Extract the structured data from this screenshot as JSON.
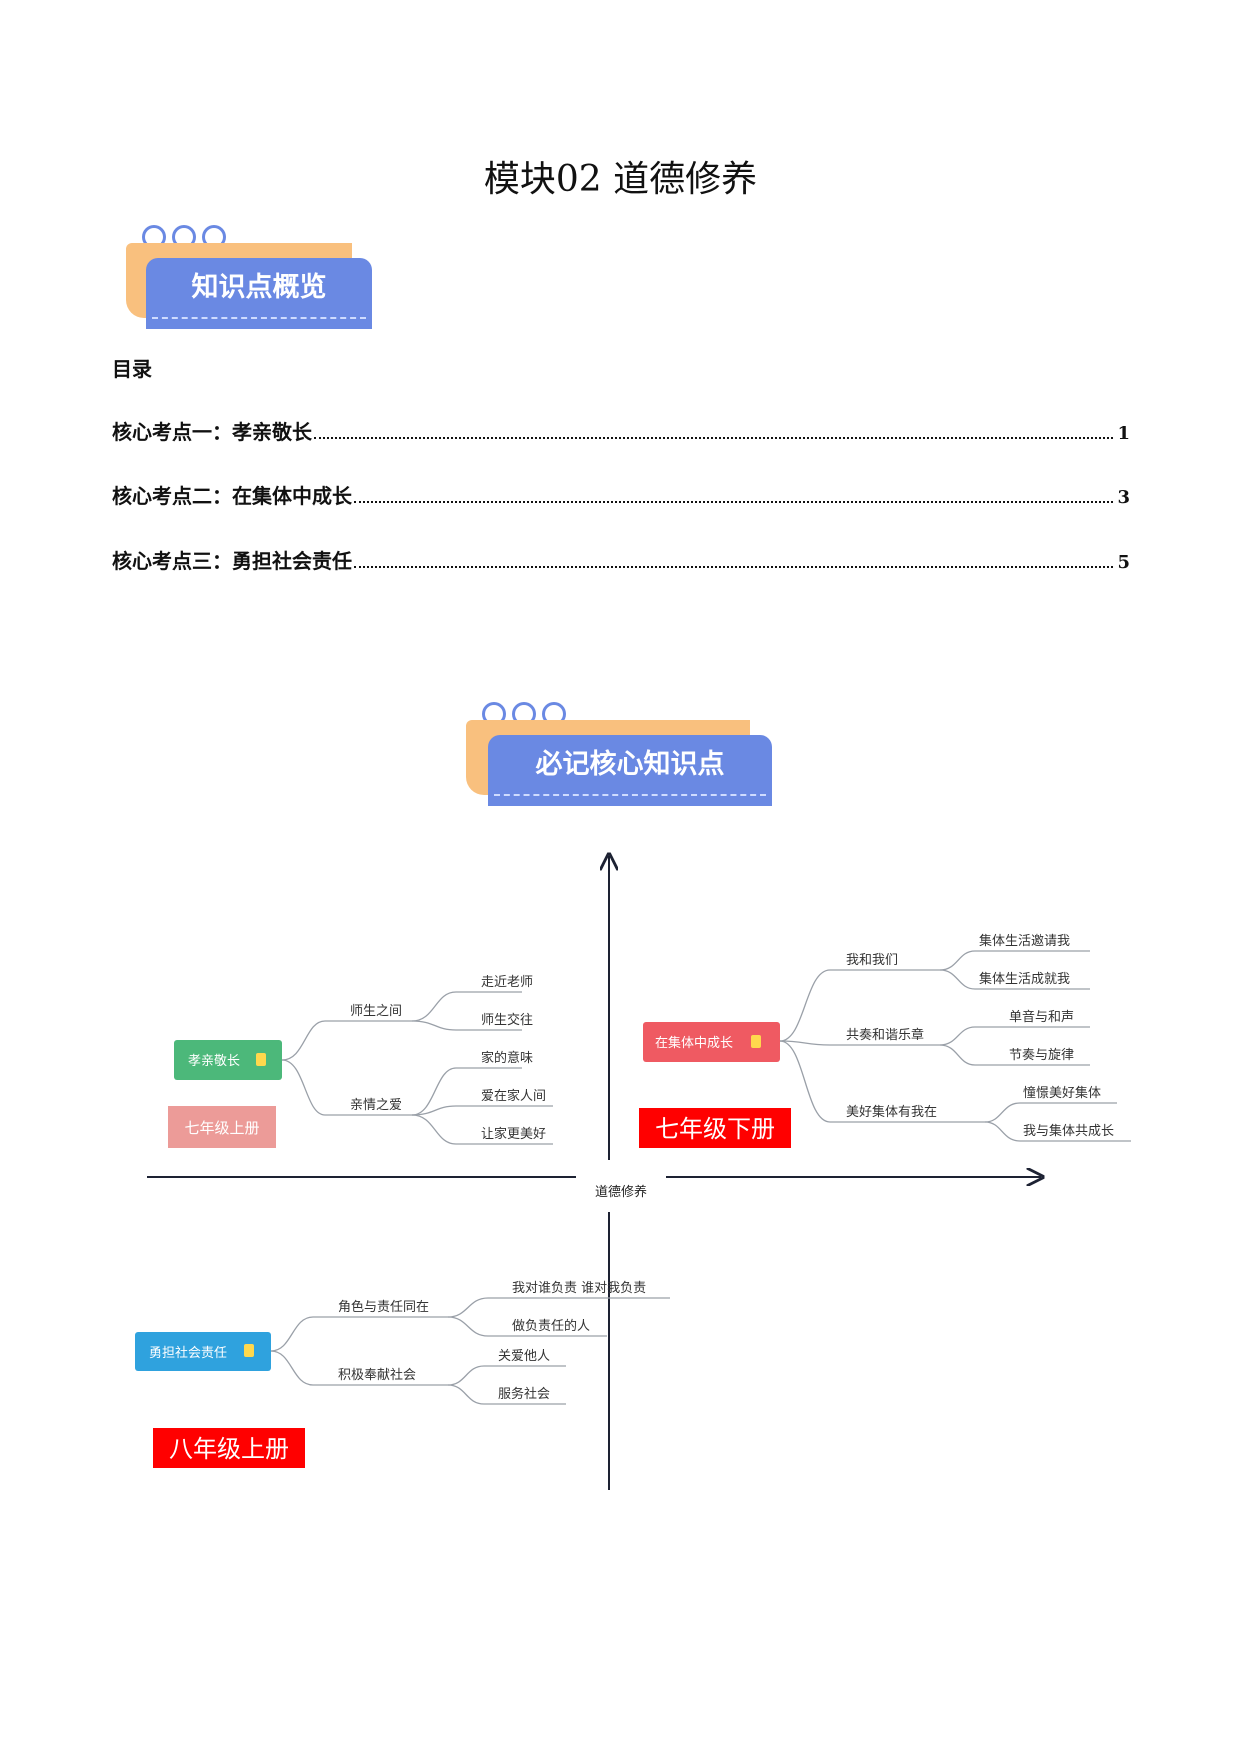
{
  "title": "模块02 道德修养",
  "banner1": {
    "label": "知识点概览"
  },
  "toc": {
    "heading": "目录",
    "items": [
      {
        "label": "核心考点一：孝亲敬长",
        "page": "1"
      },
      {
        "label": "核心考点二：在集体中成长",
        "page": "3"
      },
      {
        "label": "核心考点三：勇担社会责任",
        "page": "5"
      }
    ]
  },
  "banner2": {
    "label": "必记核心知识点"
  },
  "mindmap": {
    "center": "道德修养",
    "q1": {
      "root": "孝亲敬长",
      "grade": "七年级上册",
      "branches": [
        {
          "label": "师生之间",
          "leaves": [
            "走近老师",
            "师生交往"
          ]
        },
        {
          "label": "亲情之爱",
          "leaves": [
            "家的意味",
            "爱在家人间",
            "让家更美好"
          ]
        }
      ]
    },
    "q2": {
      "root": "在集体中成长",
      "grade": "七年级下册",
      "branches": [
        {
          "label": "我和我们",
          "leaves": [
            "集体生活邀请我",
            "集体生活成就我"
          ]
        },
        {
          "label": "共奏和谐乐章",
          "leaves": [
            "单音与和声",
            "节奏与旋律"
          ]
        },
        {
          "label": "美好集体有我在",
          "leaves": [
            "憧憬美好集体",
            "我与集体共成长"
          ]
        }
      ]
    },
    "q3": {
      "root": "勇担社会责任",
      "grade": "八年级上册",
      "branches": [
        {
          "label": "角色与责任同在",
          "leaves": [
            "我对谁负责 谁对我负责",
            "做负责任的人"
          ]
        },
        {
          "label": "积极奉献社会",
          "leaves": [
            "关爱他人",
            "服务社会"
          ]
        }
      ]
    },
    "colors": {
      "q1_root": "#4cb87a",
      "q2_root": "#ef5a62",
      "q3_root": "#2fa2de",
      "q1_grade": "#ec9b98",
      "grade_red": "#ff0000",
      "axis": "#1d2233",
      "branch_line": "#9aa0a8"
    }
  }
}
